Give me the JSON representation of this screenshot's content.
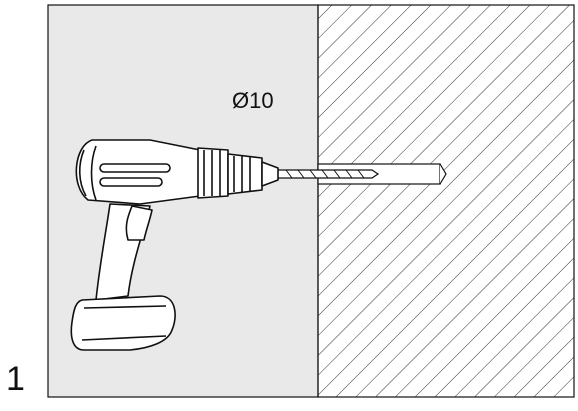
{
  "step": {
    "number": "1"
  },
  "drill": {
    "diameter_label": "Ø10"
  },
  "colors": {
    "background": "#ffffff",
    "line": "#111111",
    "panel": "#e9e9e9",
    "hatch": "#333333"
  },
  "icons": {
    "tool": "cordless-drill-icon",
    "bit": "drill-bit-icon",
    "wall": "hatched-wall-section"
  }
}
